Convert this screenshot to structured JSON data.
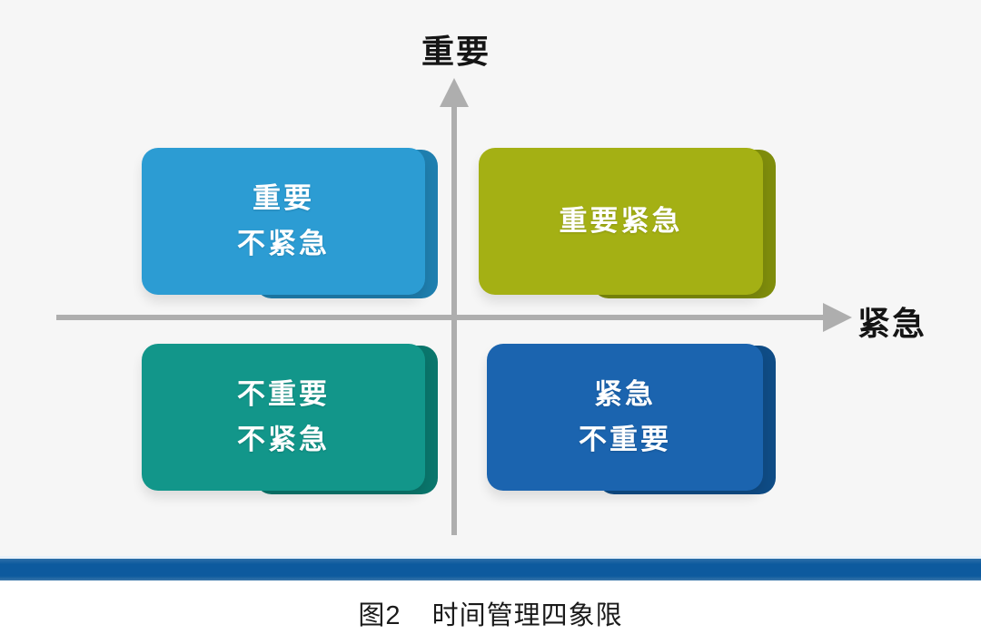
{
  "page": {
    "background_color": "#f6f6f6",
    "caption_prefix": "图2",
    "caption_title": "时间管理四象限"
  },
  "axes": {
    "y_label": "重要",
    "x_label": "紧急",
    "line_color": "#aeaeae",
    "label_color": "#151515"
  },
  "quadrants": [
    {
      "id": "important-not-urgent",
      "position": "top-left",
      "line1": "重要",
      "line2": "不紧急",
      "face_color": "#2c9cd3",
      "edge_color": "#1f7faf"
    },
    {
      "id": "important-urgent",
      "position": "top-right",
      "line1": "重要紧急",
      "line2": "",
      "face_color": "#a4b014",
      "edge_color": "#7f8d0c"
    },
    {
      "id": "not-important-not-urgent",
      "position": "bottom-left",
      "line1": "不重要",
      "line2": "不紧急",
      "face_color": "#12968a",
      "edge_color": "#0a766c"
    },
    {
      "id": "urgent-not-important",
      "position": "bottom-right",
      "line1": "紧急",
      "line2": "不重要",
      "face_color": "#1b64af",
      "edge_color": "#0f4c86"
    }
  ],
  "footer": {
    "bar_color": "#0d5a9e",
    "bar_gradient_top": "#2e6fa8",
    "bar_gradient_bottom": "#3a76a9"
  }
}
